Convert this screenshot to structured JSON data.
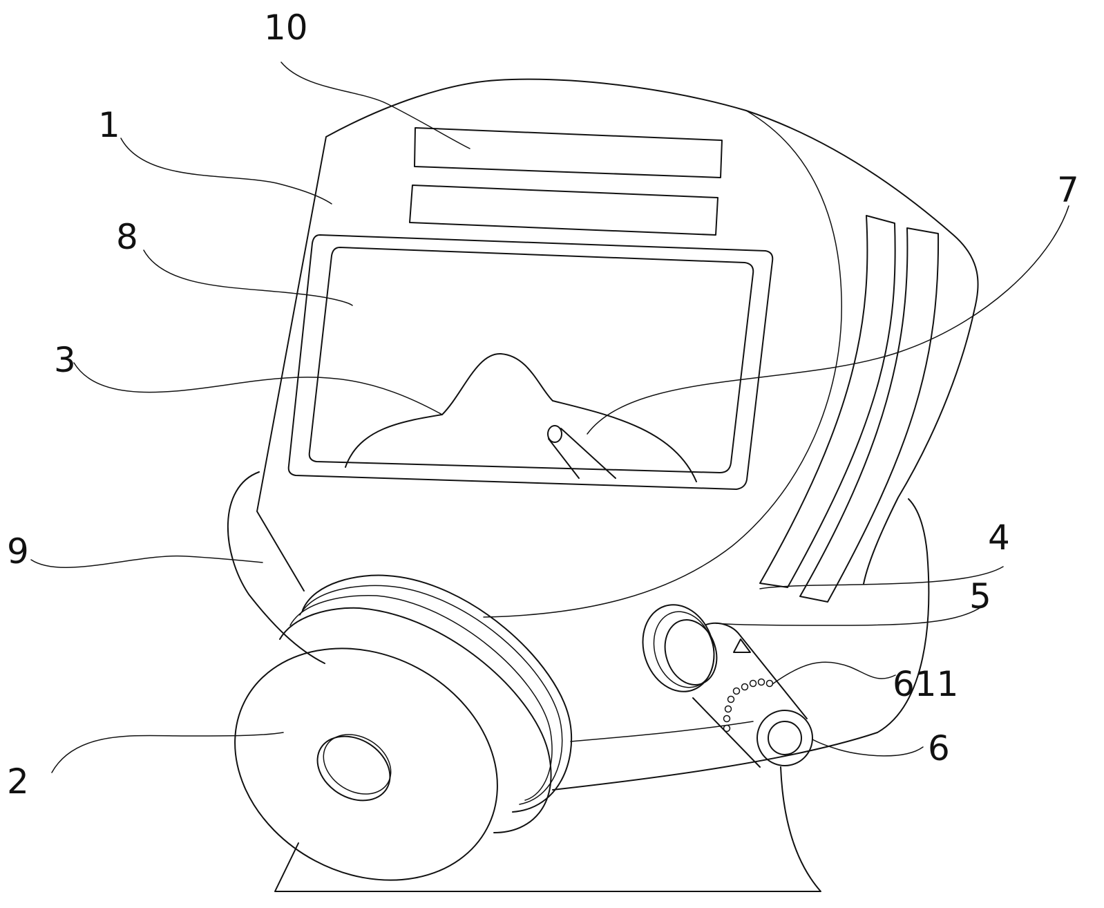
{
  "figure": {
    "labels": {
      "l1": "1",
      "l2": "2",
      "l3": "3",
      "l4": "4",
      "l5": "5",
      "l6": "6",
      "l7": "7",
      "l8": "8",
      "l9": "9",
      "l10": "10",
      "l611": "611"
    }
  }
}
